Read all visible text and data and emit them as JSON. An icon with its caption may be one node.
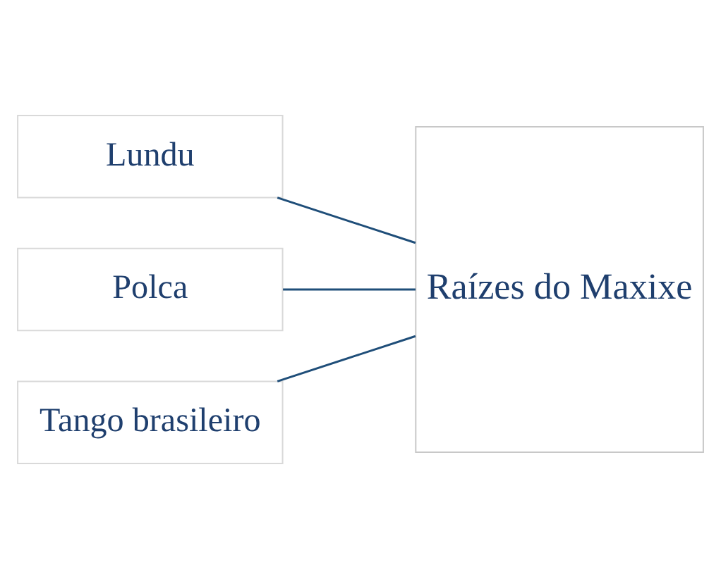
{
  "diagram": {
    "nodes": [
      {
        "text": [
          "Lundu"
        ]
      },
      {
        "text": [
          "Polca"
        ]
      },
      {
        "text": [
          "Tango brasileiro"
        ]
      },
      {
        "text": [
          "Raízes do Maxixe"
        ]
      }
    ],
    "edges": [
      {
        "from": 0,
        "to": 3,
        "arrow": "none"
      },
      {
        "from": 1,
        "to": 3,
        "arrow": "none"
      },
      {
        "from": 2,
        "to": 3,
        "arrow": "none"
      }
    ]
  }
}
